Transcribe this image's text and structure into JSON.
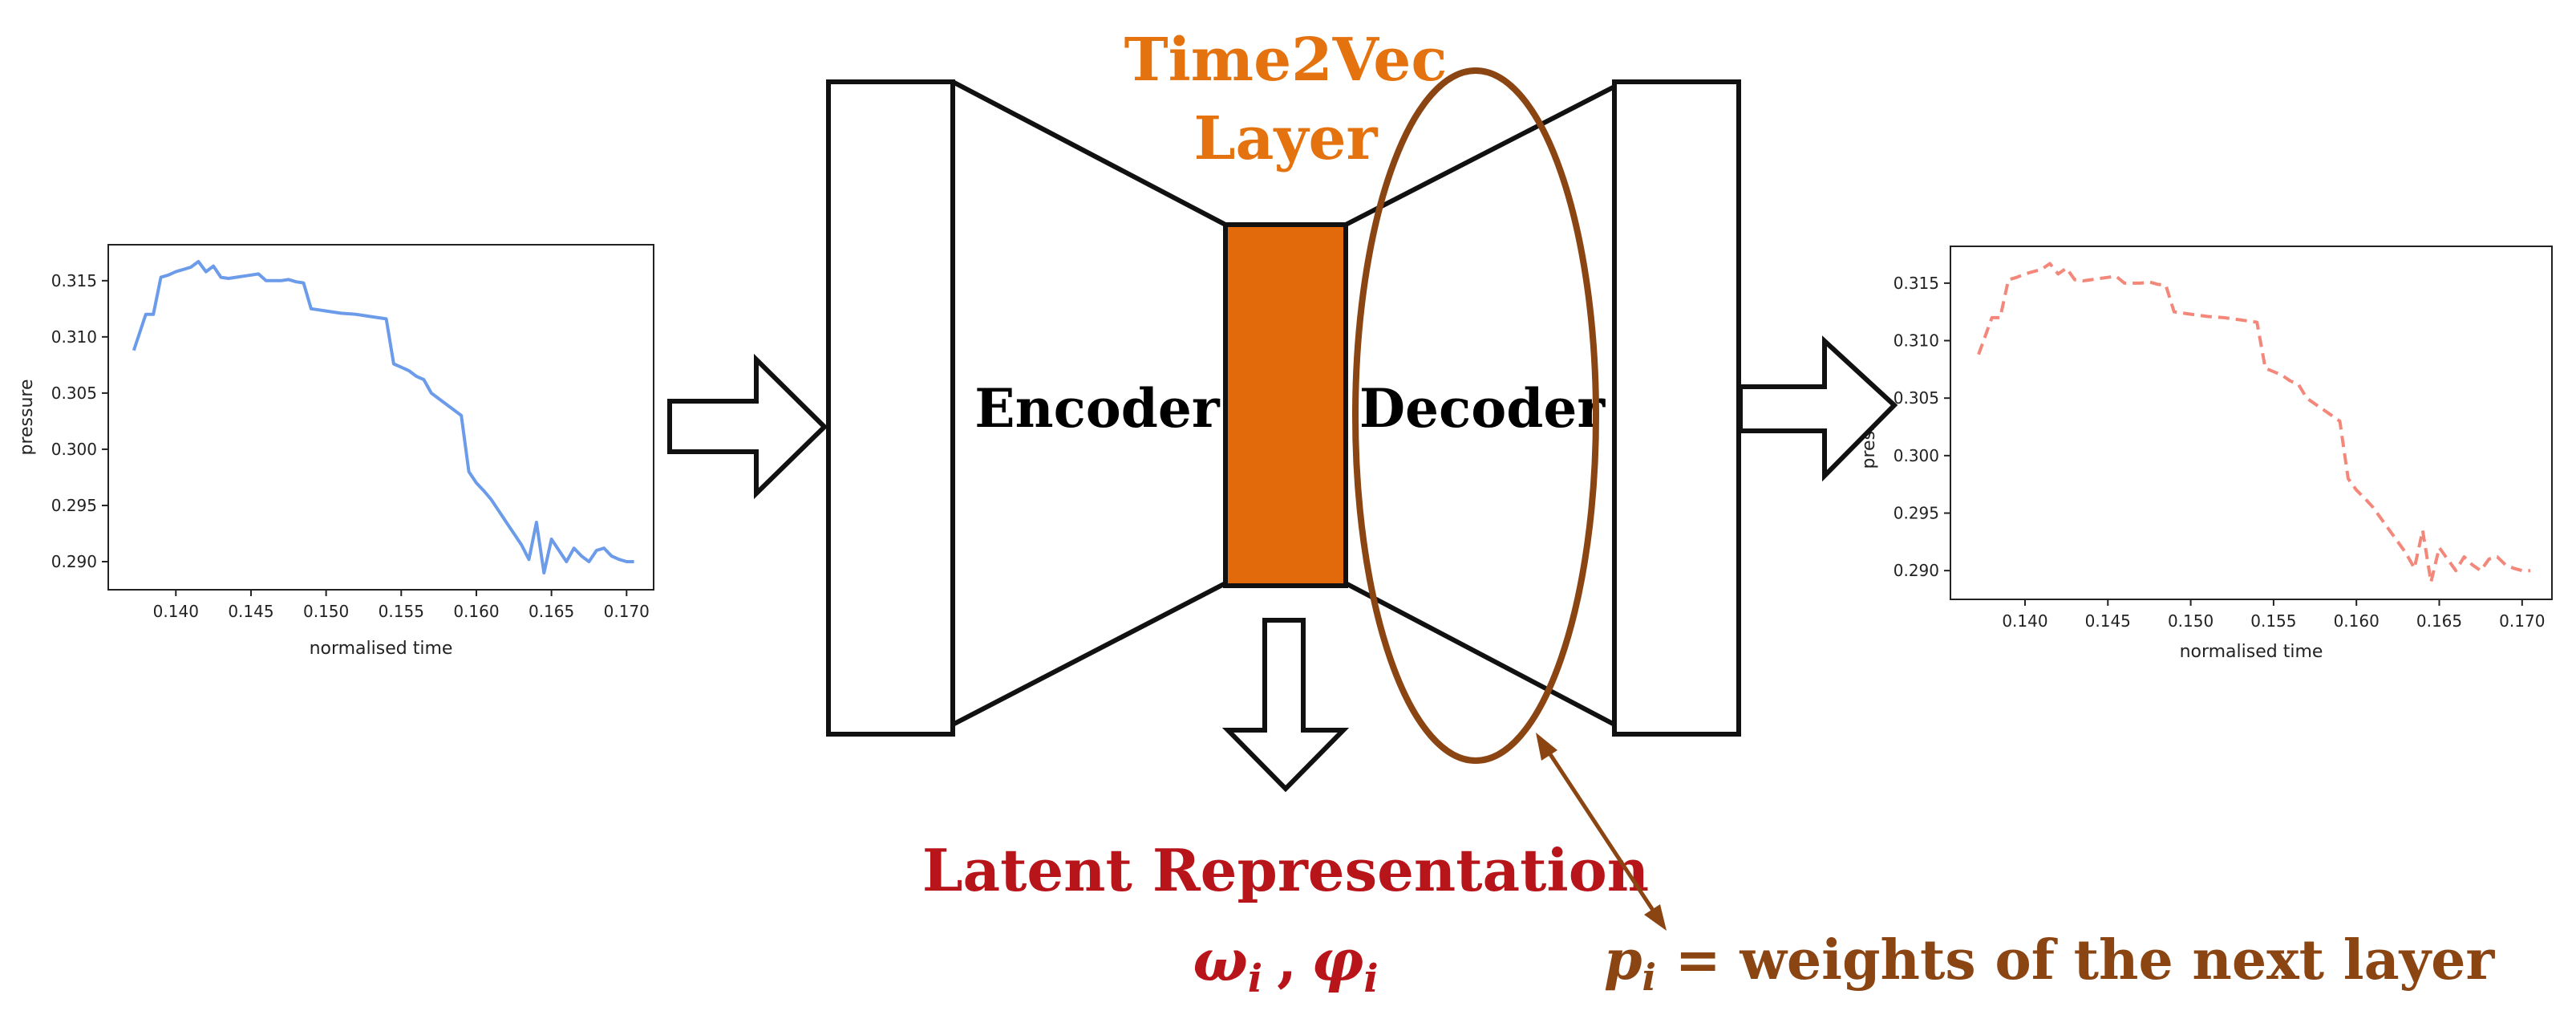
{
  "diagram": {
    "time2vec_label_line1": "Time2Vec",
    "time2vec_label_line2": "Layer",
    "encoder_label": "Encoder",
    "decoder_label": "Decoder",
    "latent_label": "Latent Representation",
    "latent_symbols": {
      "omega": "ω",
      "phi": "φ",
      "subscript": "i",
      "separator": ","
    },
    "weights_symbol": "p",
    "weights_subscript": "i",
    "weights_text": " = weights of the next layer",
    "colors": {
      "orange_layer": "#e26a0a",
      "orange_text": "#e4730f",
      "latent_red": "#b8151b",
      "brown": "#8b4513",
      "input_line": "#6b9be9",
      "output_line": "#f2877a"
    }
  },
  "chart_data": [
    {
      "type": "line",
      "xlabel": "normalised time",
      "ylabel": "pressure",
      "xlim": [
        0.1355,
        0.1718
      ],
      "ylim": [
        0.2875,
        0.3182
      ],
      "xticks": [
        "0.140",
        "0.145",
        "0.150",
        "0.155",
        "0.160",
        "0.165",
        "0.170"
      ],
      "yticks": [
        "0.290",
        "0.295",
        "0.300",
        "0.305",
        "0.310",
        "0.315"
      ],
      "line_style": "solid",
      "color": "#6b9be9",
      "x": [
        0.1372,
        0.138,
        0.1385,
        0.139,
        0.1395,
        0.14,
        0.1405,
        0.141,
        0.1415,
        0.142,
        0.1425,
        0.143,
        0.1435,
        0.144,
        0.1445,
        0.145,
        0.1455,
        0.146,
        0.1465,
        0.147,
        0.1475,
        0.148,
        0.1485,
        0.149,
        0.1495,
        0.15,
        0.1505,
        0.151,
        0.152,
        0.153,
        0.154,
        0.1545,
        0.155,
        0.1555,
        0.156,
        0.1565,
        0.157,
        0.1575,
        0.158,
        0.1585,
        0.159,
        0.1595,
        0.16,
        0.1605,
        0.161,
        0.1615,
        0.162,
        0.1625,
        0.163,
        0.1635,
        0.164,
        0.1645,
        0.165,
        0.1655,
        0.166,
        0.1665,
        0.167,
        0.1675,
        0.168,
        0.1685,
        0.169,
        0.1695,
        0.17,
        0.1705
      ],
      "y": [
        0.3088,
        0.312,
        0.312,
        0.3153,
        0.3155,
        0.3158,
        0.316,
        0.3162,
        0.3167,
        0.3158,
        0.3163,
        0.3153,
        0.3152,
        0.3153,
        0.3154,
        0.3155,
        0.3156,
        0.315,
        0.315,
        0.315,
        0.3151,
        0.3149,
        0.3148,
        0.3125,
        0.3124,
        0.3123,
        0.3122,
        0.3121,
        0.312,
        0.3118,
        0.3116,
        0.3076,
        0.3073,
        0.307,
        0.3065,
        0.3062,
        0.305,
        0.3045,
        0.304,
        0.3035,
        0.303,
        0.298,
        0.297,
        0.2963,
        0.2955,
        0.2945,
        0.2935,
        0.2925,
        0.2915,
        0.2902,
        0.2935,
        0.289,
        0.292,
        0.291,
        0.29,
        0.2912,
        0.2905,
        0.29,
        0.291,
        0.2912,
        0.2905,
        0.2902,
        0.29,
        0.29
      ]
    },
    {
      "type": "line",
      "xlabel": "normalised time",
      "ylabel": "pressure",
      "xlim": [
        0.1355,
        0.1718
      ],
      "ylim": [
        0.2875,
        0.3182
      ],
      "xticks": [
        "0.140",
        "0.145",
        "0.150",
        "0.155",
        "0.160",
        "0.165",
        "0.170"
      ],
      "yticks": [
        "0.290",
        "0.295",
        "0.300",
        "0.305",
        "0.310",
        "0.315"
      ],
      "line_style": "dashed",
      "color": "#f2877a",
      "x": [
        0.1372,
        0.138,
        0.1385,
        0.139,
        0.1395,
        0.14,
        0.1405,
        0.141,
        0.1415,
        0.142,
        0.1425,
        0.143,
        0.1435,
        0.144,
        0.1445,
        0.145,
        0.1455,
        0.146,
        0.1465,
        0.147,
        0.1475,
        0.148,
        0.1485,
        0.149,
        0.1495,
        0.15,
        0.1505,
        0.151,
        0.152,
        0.153,
        0.154,
        0.1545,
        0.155,
        0.1555,
        0.156,
        0.1565,
        0.157,
        0.1575,
        0.158,
        0.1585,
        0.159,
        0.1595,
        0.16,
        0.1605,
        0.161,
        0.1615,
        0.162,
        0.1625,
        0.163,
        0.1635,
        0.164,
        0.1645,
        0.165,
        0.1655,
        0.166,
        0.1665,
        0.167,
        0.1675,
        0.168,
        0.1685,
        0.169,
        0.1695,
        0.17,
        0.1705
      ],
      "y": [
        0.3088,
        0.312,
        0.312,
        0.3153,
        0.3155,
        0.3158,
        0.316,
        0.3162,
        0.3167,
        0.3158,
        0.3163,
        0.3153,
        0.3152,
        0.3153,
        0.3154,
        0.3155,
        0.3156,
        0.315,
        0.315,
        0.315,
        0.3151,
        0.3149,
        0.3148,
        0.3125,
        0.3124,
        0.3123,
        0.3122,
        0.3121,
        0.312,
        0.3118,
        0.3116,
        0.3076,
        0.3073,
        0.307,
        0.3065,
        0.3062,
        0.305,
        0.3045,
        0.304,
        0.3035,
        0.303,
        0.298,
        0.297,
        0.2963,
        0.2955,
        0.2945,
        0.2935,
        0.2925,
        0.2915,
        0.2902,
        0.2935,
        0.289,
        0.292,
        0.291,
        0.29,
        0.2912,
        0.2905,
        0.29,
        0.291,
        0.2912,
        0.2905,
        0.2902,
        0.29,
        0.29
      ]
    }
  ]
}
